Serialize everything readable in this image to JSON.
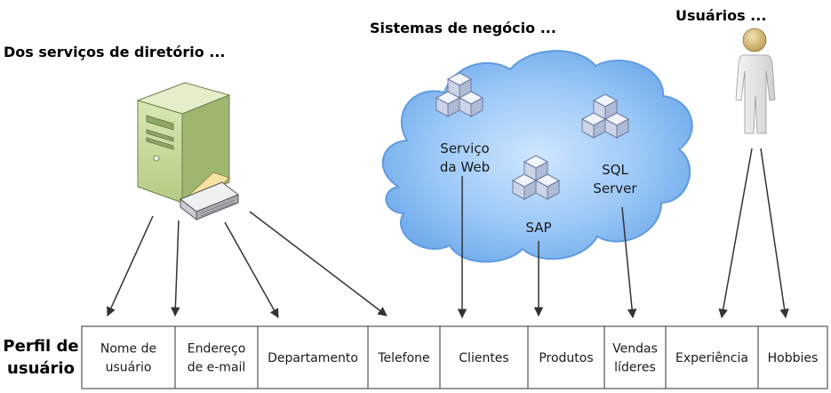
{
  "sections": {
    "directory": "Dos serviços de diretório ...",
    "business": "Sistemas de negócio ...",
    "users": "Usuários ..."
  },
  "systems": {
    "web": [
      "Serviço",
      "da Web"
    ],
    "sap": "SAP",
    "sql": [
      "SQL",
      "Server"
    ]
  },
  "row_label": [
    "Perfil de",
    "usuário"
  ],
  "profile_fields": [
    [
      "Nome de",
      "usuário"
    ],
    [
      "Endereço",
      "de e-mail"
    ],
    [
      "Departamento"
    ],
    [
      "Telefone"
    ],
    [
      "Clientes"
    ],
    [
      "Produtos"
    ],
    [
      "Vendas",
      "líderes"
    ],
    [
      "Experiência"
    ],
    [
      "Hobbies"
    ]
  ],
  "icons": {
    "directory": "server-icon",
    "systems": "cubes-icon",
    "user": "person-icon"
  },
  "colors": {
    "cloud_fill": "#8cc0f5",
    "cloud_edge": "#5f9be0",
    "server_body": "#c9dca0",
    "cube_face": "#dde4f2",
    "person": "#e7e7e7",
    "arrow": "#333333"
  }
}
